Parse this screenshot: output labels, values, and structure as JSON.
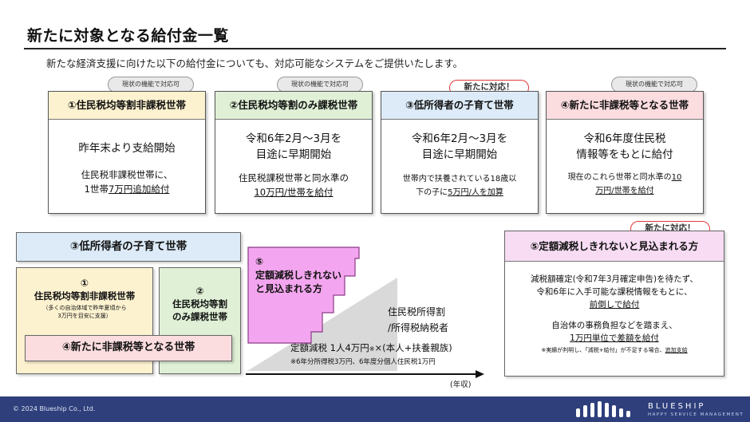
{
  "title": "新たに対象となる給付金一覧",
  "intro": "新たな経済支援に向けた以下の給付金についても、対応可能なシステムをご提供いたします。",
  "colors": {
    "yellow": "#fdf2d0",
    "green": "#dff0d6",
    "blue": "#dcebf7",
    "pink": "#fbdcdf",
    "magenta": "#f3a6ef",
    "footer": "#2e3f7c",
    "accent_red": "#e03a3a"
  },
  "cards": [
    {
      "tag": "現状の機能で対応可",
      "tag_type": "existing",
      "header": "①住民税均等割非課税世帯",
      "main1": "昨年末より支給開始",
      "main2": "",
      "sub1": "住民税非課税世帯に、",
      "sub2_pre": "1世帯",
      "sub2_u": "7万円追加給付",
      "sub2_post": ""
    },
    {
      "tag": "現状の機能で対応可",
      "tag_type": "existing",
      "header": "②住民税均等割のみ課税世帯",
      "main1": "令和6年2月～3月を",
      "main2": "目途に早期開始",
      "sub1": "住民税課税世帯と同水準の",
      "sub2_pre": "",
      "sub2_u": "10万円/世帯を給付",
      "sub2_post": ""
    },
    {
      "tag": "新たに対応！",
      "tag_type": "new",
      "header": "③低所得者の子育て世帯",
      "main1": "令和6年2月～3月を",
      "main2": "目途に早期開始",
      "sub1": "世帯内で扶養されている18歳以",
      "sub2_pre": "下の子に",
      "sub2_u": "5万円/人を加算",
      "sub2_post": ""
    },
    {
      "tag": "現状の機能で対応可",
      "tag_type": "existing",
      "header": "④新たに非課税等となる世帯",
      "main1": "令和6年度住民税",
      "main2": "情報等をもとに給付",
      "sub1_pre": "現在のこれら世帯と同水準の",
      "sub1_u": "10",
      "sub2_pre": "",
      "sub2_u": "万円/世帯を給付",
      "sub2_post": ""
    }
  ],
  "diagram": {
    "header": "③低所得者の子育て世帯",
    "box1_num": "①",
    "box1_line1": "住民税均等割非課税世帯",
    "box1_note1": "（多くの自治体域で昨年夏頃から",
    "box1_note2": "3万円を目安に支援）",
    "box2_num": "②",
    "box2_line1": "住民税均等割",
    "box2_line2": "のみ課税世帯",
    "box4": "④新たに非課税等となる世帯",
    "stairs_num": "⑤",
    "stairs_line1": "定額減税しきれない",
    "stairs_line2": "と見込まれる方",
    "wedge_line1": "住民税所得割",
    "wedge_line2": "/所得税納税者",
    "reduction_main": "定額減税 1人4万円",
    "reduction_mark": "※",
    "reduction_tail": "×(本人+扶養親族)",
    "reduction_note": "※6年分所得税3万円、6年度分個人住民税1万円",
    "axis_label": "(年収)"
  },
  "panel5": {
    "tag": "新たに対応！",
    "header": "⑤定額減税しきれないと見込まれる方",
    "p1_l1": "減税額確定(令和7年3月確定申告)を待たず、",
    "p1_l2": "令和6年に入手可能な課税情報をもとに、",
    "p1_u": "前倒しで給付",
    "p2_l1": "自治体の事務負担などを踏まえ、",
    "p2_u": "1万円単位で差額を給付",
    "note_pre": "※実績が判明し、「減税+給付」が不足する場合、",
    "note_u": "追加支給"
  },
  "footer": {
    "copyright": "© 2024  Blueship Co., Ltd.",
    "brand": "BLUESHIP",
    "tagline": "HAPPY SERVICE MANAGEMENT"
  }
}
